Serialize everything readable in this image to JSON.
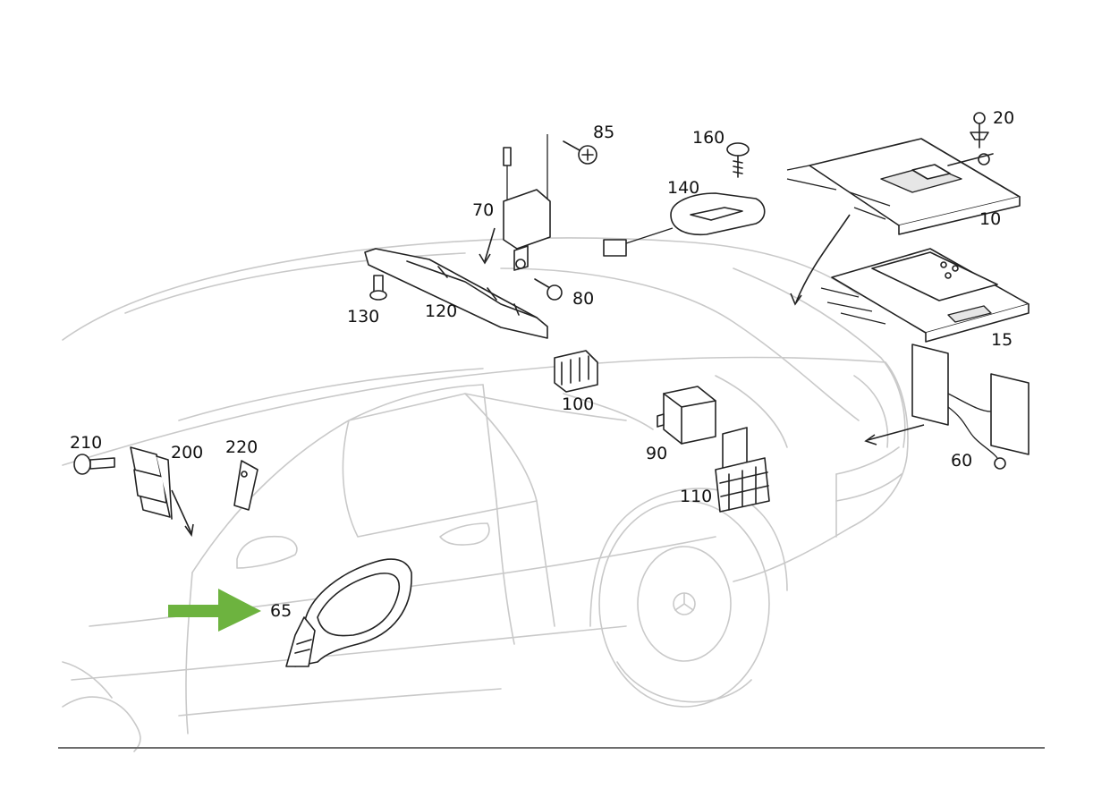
{
  "callouts": {
    "p10": "10",
    "p15": "15",
    "p20": "20",
    "p60": "60",
    "p65": "65",
    "p70": "70",
    "p80": "80",
    "p85": "85",
    "p90": "90",
    "p100": "100",
    "p110": "110",
    "p120": "120",
    "p130": "130",
    "p140": "140",
    "p160": "160",
    "p200": "200",
    "p210": "210",
    "p220": "220"
  },
  "highlight": {
    "target": "65",
    "arrow_color": "#6db33f"
  },
  "colors": {
    "car_outline": "#c9c9c9",
    "part_stroke": "#222222",
    "divider": "#6d6d6d"
  }
}
